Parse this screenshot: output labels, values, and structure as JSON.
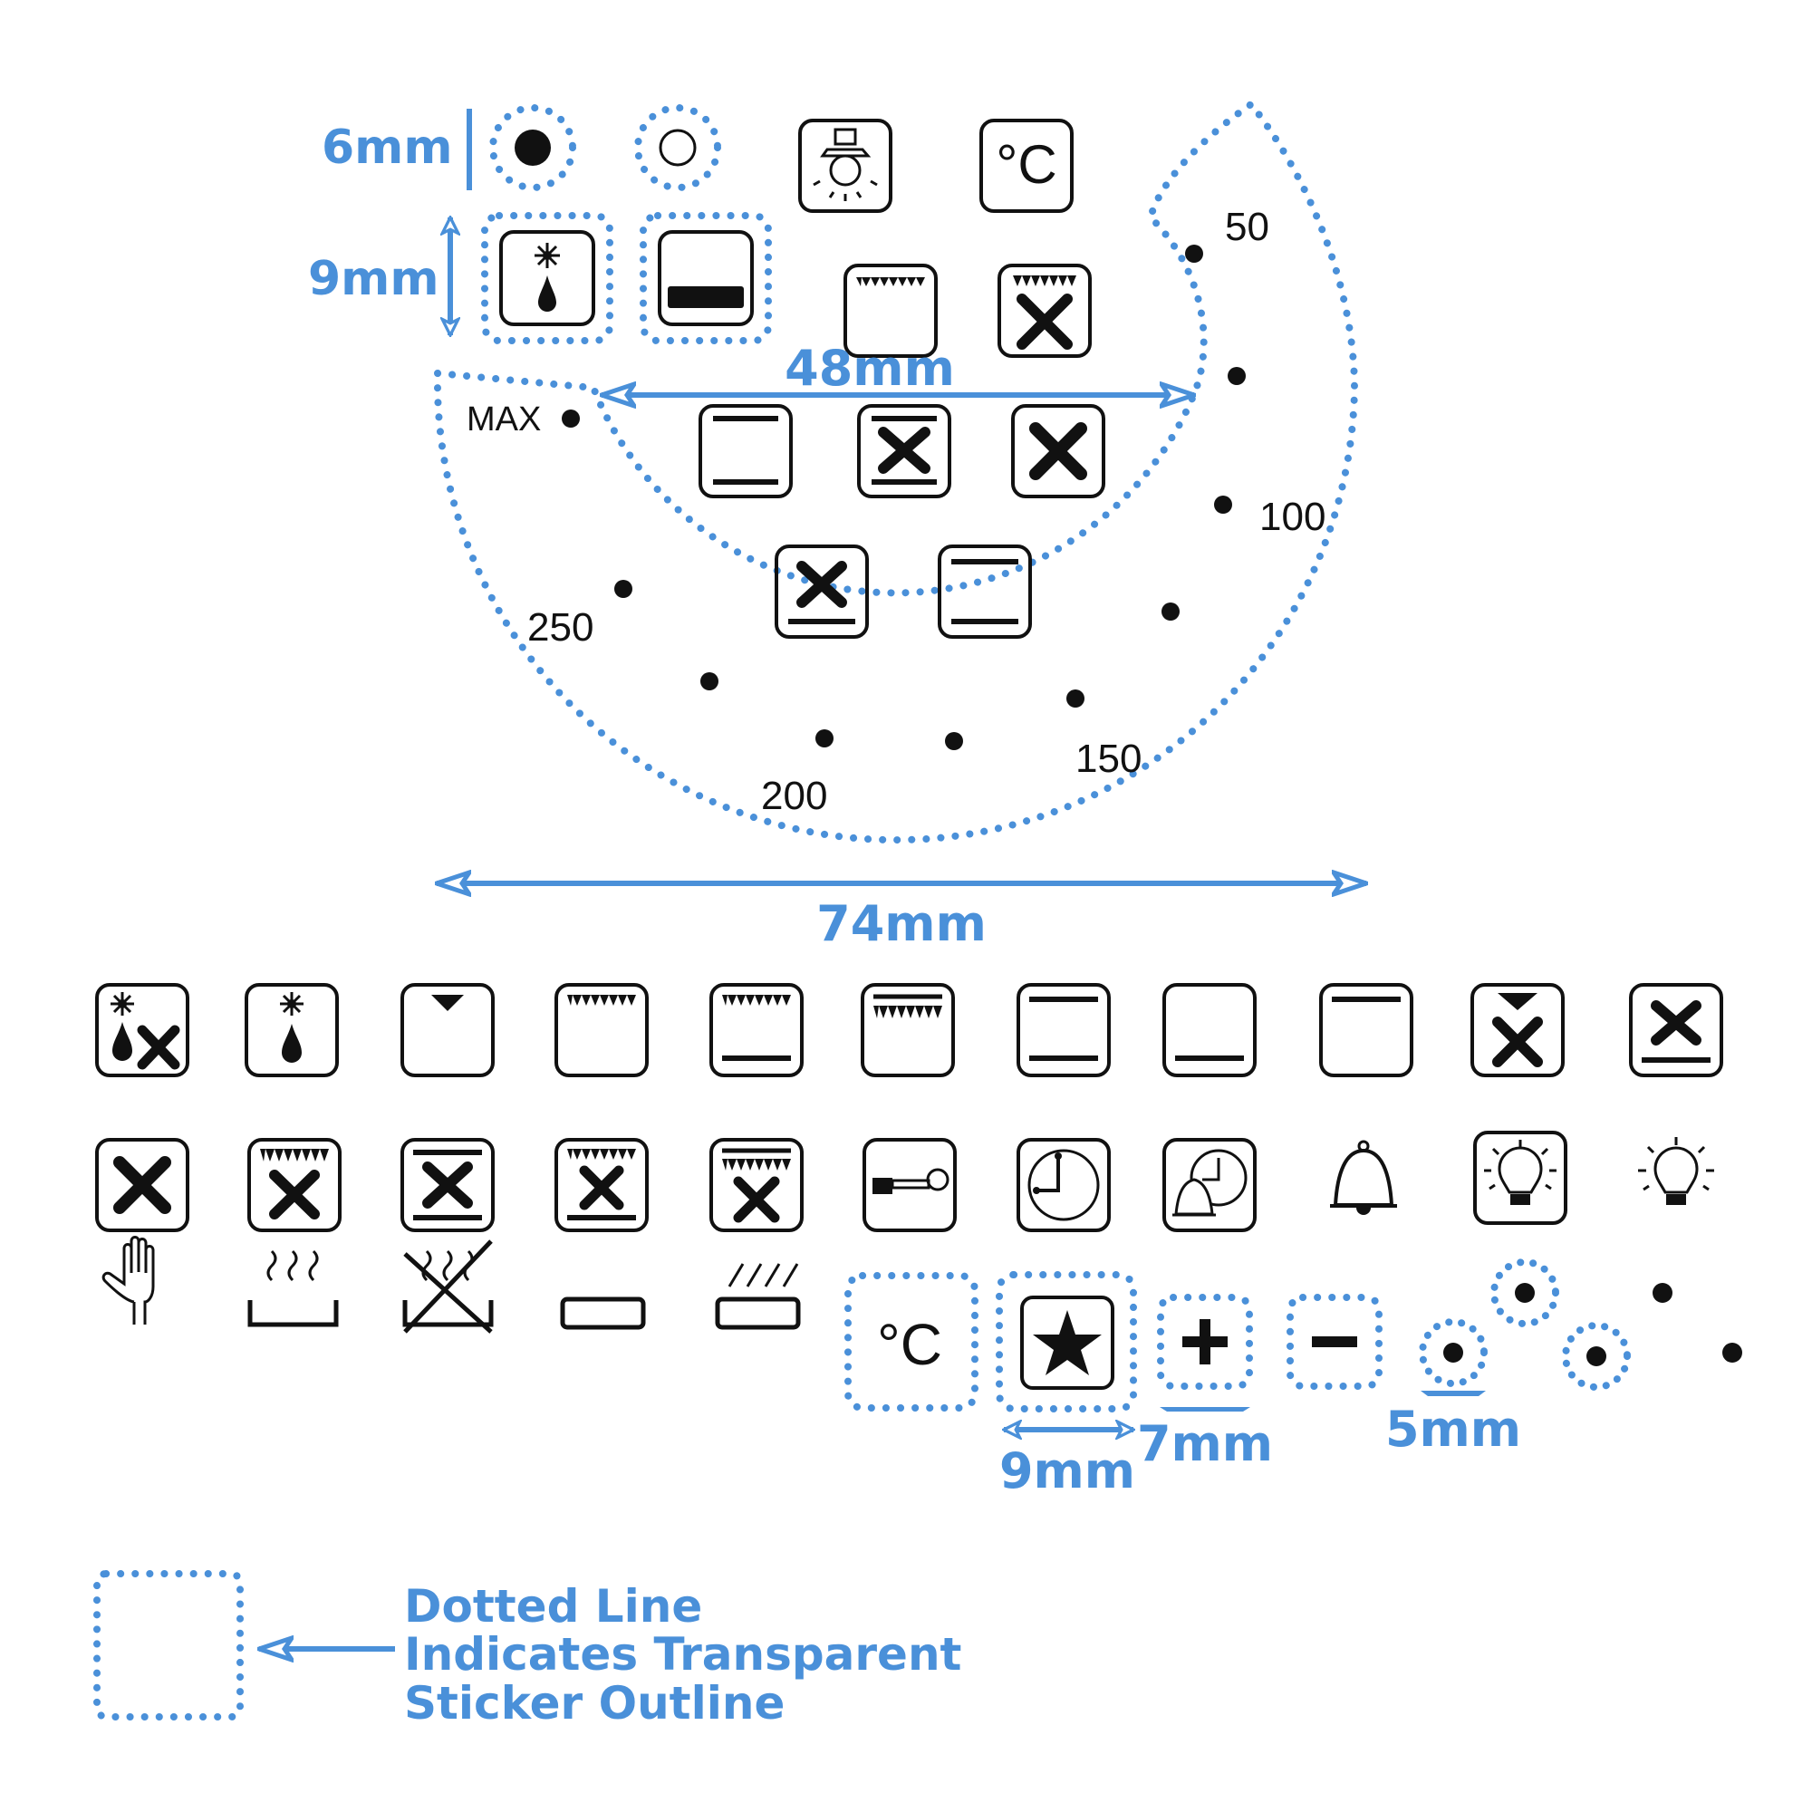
{
  "colors": {
    "accent": "#4a90d9",
    "ink": "#111111",
    "background": "#ffffff"
  },
  "dimensions": {
    "indicator_height": "6mm",
    "top_icon_height": "9mm",
    "dial_inner_width": "48mm",
    "dial_outer_width": "74mm",
    "star_button_width": "9mm",
    "plus_button_width": "7mm",
    "dot_width": "5mm"
  },
  "dial": {
    "max_label": "MAX",
    "temperatures": [
      "50",
      "100",
      "150",
      "200",
      "250"
    ]
  },
  "celsius_label": "°C",
  "legend": {
    "line1": "Dotted Line",
    "line2": "Indicates Transparent",
    "line3": "Sticker Outline"
  },
  "icons": {
    "top_row": [
      "indicator-filled-icon",
      "indicator-empty-icon",
      "oven-lamp-icon",
      "celsius-icon"
    ],
    "second_row": [
      "defrost-icon",
      "grill-bar-icon",
      "top-grill-icon",
      "fan-grill-icon"
    ],
    "dial_icons": [
      "top-bottom-heat-icon",
      "fan-top-bottom-icon",
      "fan-icon",
      "fan-bottom-icon",
      "top-bottom-heat-small-icon"
    ],
    "sheet_row1": [
      "defrost-fan-icon",
      "defrost-icon",
      "small-grill-icon",
      "full-grill-icon",
      "grill-bottom-icon",
      "double-grill-icon",
      "top-bottom-heat-icon",
      "bottom-heat-icon",
      "top-heat-icon",
      "fan-grill-icon",
      "fan-bottom-icon"
    ],
    "sheet_row2": [
      "fan-icon",
      "fan-full-grill-icon",
      "fan-top-bottom-icon",
      "fan-grill-bottom-icon",
      "fan-double-grill-icon",
      "lock-key-icon",
      "clock-icon",
      "alarm-clock-icon",
      "bell-icon",
      "lamp-box-icon",
      "lamp-icon"
    ],
    "sheet_row3": [
      "hand-icon",
      "steam-icon",
      "no-steam-icon",
      "tray-icon",
      "hot-tray-icon",
      "celsius-icon",
      "star-button-icon",
      "plus-button-icon",
      "minus-button-icon",
      "dot-icons"
    ]
  }
}
